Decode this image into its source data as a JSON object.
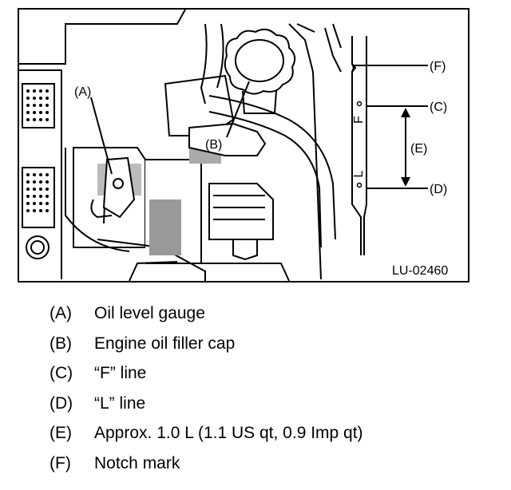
{
  "figure": {
    "code": "LU-02460",
    "callouts": {
      "a": "(A)",
      "b": "(B)",
      "c": "(C)",
      "d": "(D)",
      "e": "(E)",
      "f": "(F)"
    },
    "dipstick_marks": {
      "f_mark": "F",
      "l_mark": "L"
    }
  },
  "legend": [
    {
      "key": "(A)",
      "text": "Oil level gauge"
    },
    {
      "key": "(B)",
      "text": "Engine oil filler cap"
    },
    {
      "key": "(C)",
      "text": "“F” line"
    },
    {
      "key": "(D)",
      "text": "“L” line"
    },
    {
      "key": "(E)",
      "text": "Approx. 1.0 L (1.1 US qt, 0.9 Imp qt)"
    },
    {
      "key": "(F)",
      "text": "Notch mark"
    }
  ]
}
